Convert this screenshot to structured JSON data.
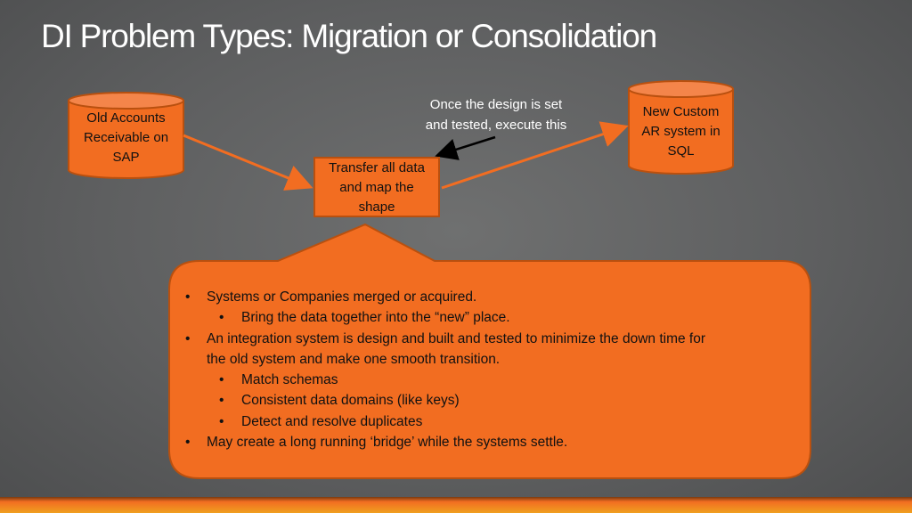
{
  "slide": {
    "title": "DI Problem Types: Migration or Consolidation"
  },
  "diagram": {
    "source": "Old Accounts Receivable on SAP",
    "source_lines": [
      "Old Accounts",
      "Receivable on",
      "SAP"
    ],
    "target_lines": [
      "New Custom",
      "AR system in",
      "SQL"
    ],
    "process_lines": [
      "Transfer all data",
      "and map the",
      "shape"
    ],
    "note_lines": [
      "Once the design is set",
      "and tested, execute this"
    ]
  },
  "callout": {
    "items": [
      {
        "level": 1,
        "text": "Systems or Companies merged or acquired."
      },
      {
        "level": 2,
        "text": "Bring the data together into the “new” place."
      },
      {
        "level": 1,
        "text": "An integration system is design and built and tested to minimize the down time for"
      },
      {
        "level": 0,
        "text": "the old system and make one smooth transition."
      },
      {
        "level": 2,
        "text": "Match schemas"
      },
      {
        "level": 2,
        "text": "Consistent data domains (like keys)"
      },
      {
        "level": 2,
        "text": "Detect and resolve duplicates"
      },
      {
        "level": 1,
        "text": "May create a long running ‘bridge’ while the systems settle."
      }
    ]
  },
  "colors": {
    "accent": "#f26d21",
    "accent_border": "#b9500f",
    "background": "#5e5f60",
    "title": "#ffffff"
  }
}
